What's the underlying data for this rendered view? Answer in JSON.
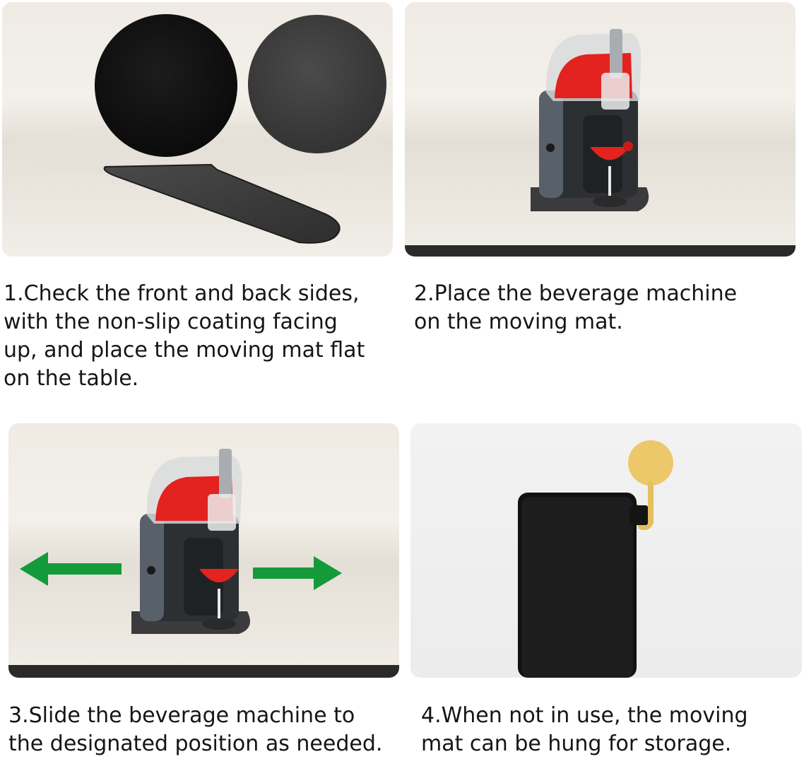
{
  "steps": [
    {
      "caption_lines": [
        "1.Check the front and back sides,",
        "with the non-slip coating facing",
        "up, and place the moving mat flat",
        "on the table."
      ]
    },
    {
      "caption_lines": [
        "2.Place the beverage machine",
        "on the moving mat."
      ]
    },
    {
      "caption_lines": [
        "3.Slide the beverage machine to",
        "the designated position as needed."
      ]
    },
    {
      "caption_lines": [
        "4.When not in use, the moving",
        "mat can be hung for storage."
      ]
    }
  ],
  "colors": {
    "arrow": "#149a3b",
    "slush": "#e2231f",
    "machine_body": "#2d3033",
    "mat": "#3b3b3d",
    "hook": "#ecc86a"
  },
  "icons": [
    "left-arrow-icon",
    "right-arrow-icon"
  ]
}
